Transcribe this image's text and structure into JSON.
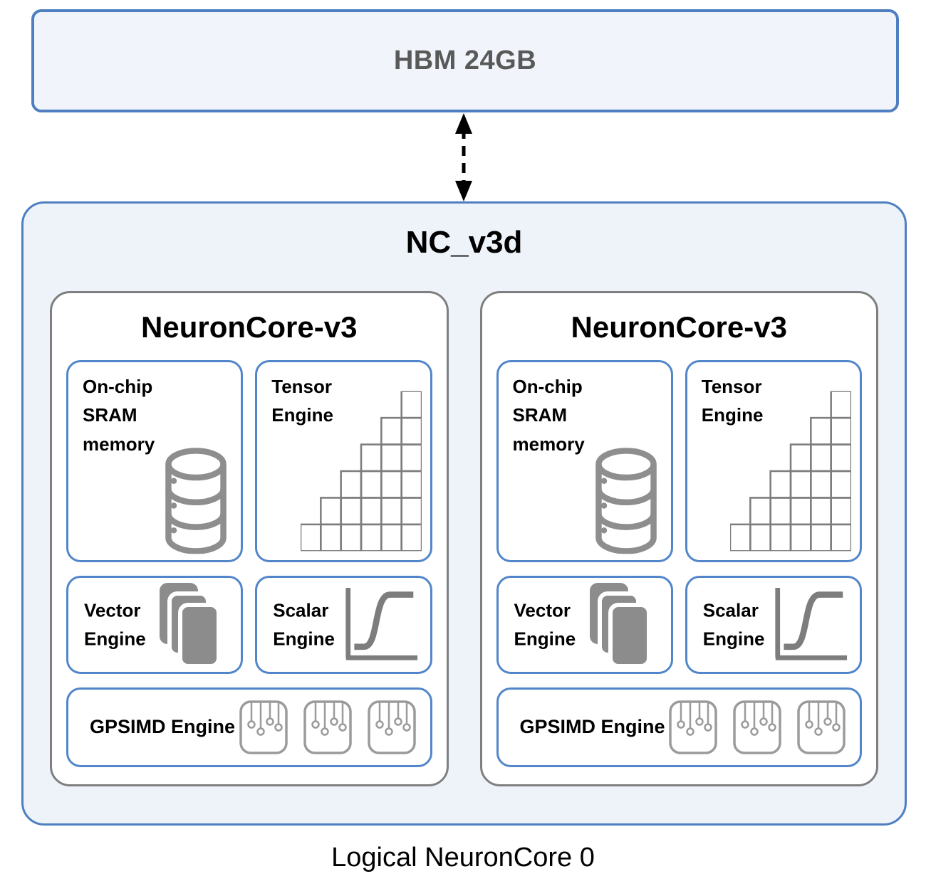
{
  "hbm": {
    "label": "HBM 24GB"
  },
  "chip": {
    "title": "NC_v3d",
    "cores": [
      {
        "title": "NeuronCore-v3",
        "engines": {
          "sram": "On-chip SRAM memory",
          "tensor": "Tensor Engine",
          "vector": "Vector Engine",
          "scalar": "Scalar Engine",
          "gpsimd": "GPSIMD Engine"
        }
      },
      {
        "title": "NeuronCore-v3",
        "engines": {
          "sram": "On-chip SRAM memory",
          "tensor": "Tensor Engine",
          "vector": "Vector Engine",
          "scalar": "Scalar Engine",
          "gpsimd": "GPSIMD Engine"
        }
      }
    ]
  },
  "footer": {
    "label": "Logical NeuronCore 0"
  },
  "colors": {
    "blue_border": "#4e7fc1",
    "inner_blue_border": "#5286ca",
    "gray_border": "#7f7f7f",
    "panel_fill": "#eef3fa",
    "hbm_fill": "#f1f5fb",
    "hbm_text": "#595959",
    "icon_gray": "#8c8c8c",
    "arrow_color": "#000000"
  },
  "icons": {
    "sram": "database-icon",
    "tensor": "matrix-staircase-icon",
    "vector": "stacked-cards-icon",
    "scalar": "sigmoid-curve-icon",
    "gpsimd": "simd-pins-icon",
    "link": "bidirectional-dashed-arrow-icon"
  }
}
